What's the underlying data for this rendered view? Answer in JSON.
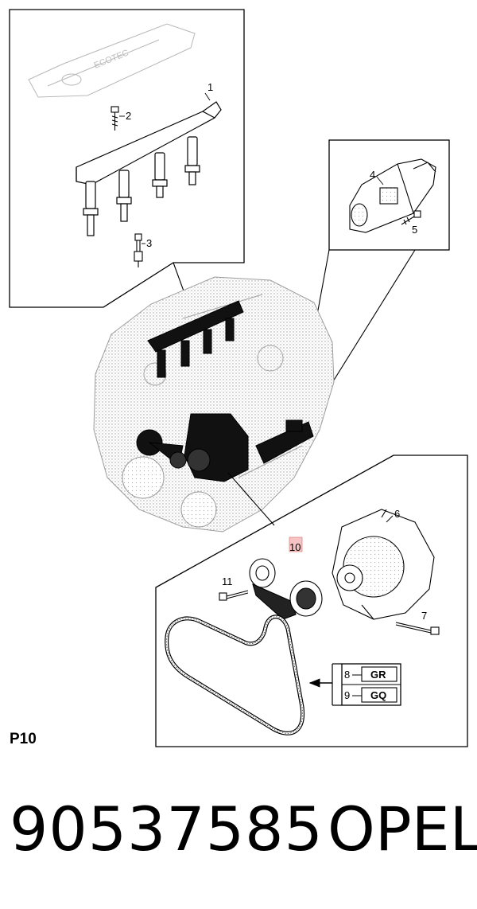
{
  "diagram": {
    "page_code": "P10",
    "callouts": {
      "c1": "1",
      "c2": "2",
      "c3": "3",
      "c4": "4",
      "c5": "5",
      "c6": "6",
      "c7": "7",
      "c8": "8",
      "c9": "9",
      "c10": "10",
      "c11": "11"
    },
    "belt_codes": {
      "gr": "GR",
      "gq": "GQ"
    }
  },
  "footer": {
    "part_number": "90537585",
    "brand": "OPEL"
  }
}
